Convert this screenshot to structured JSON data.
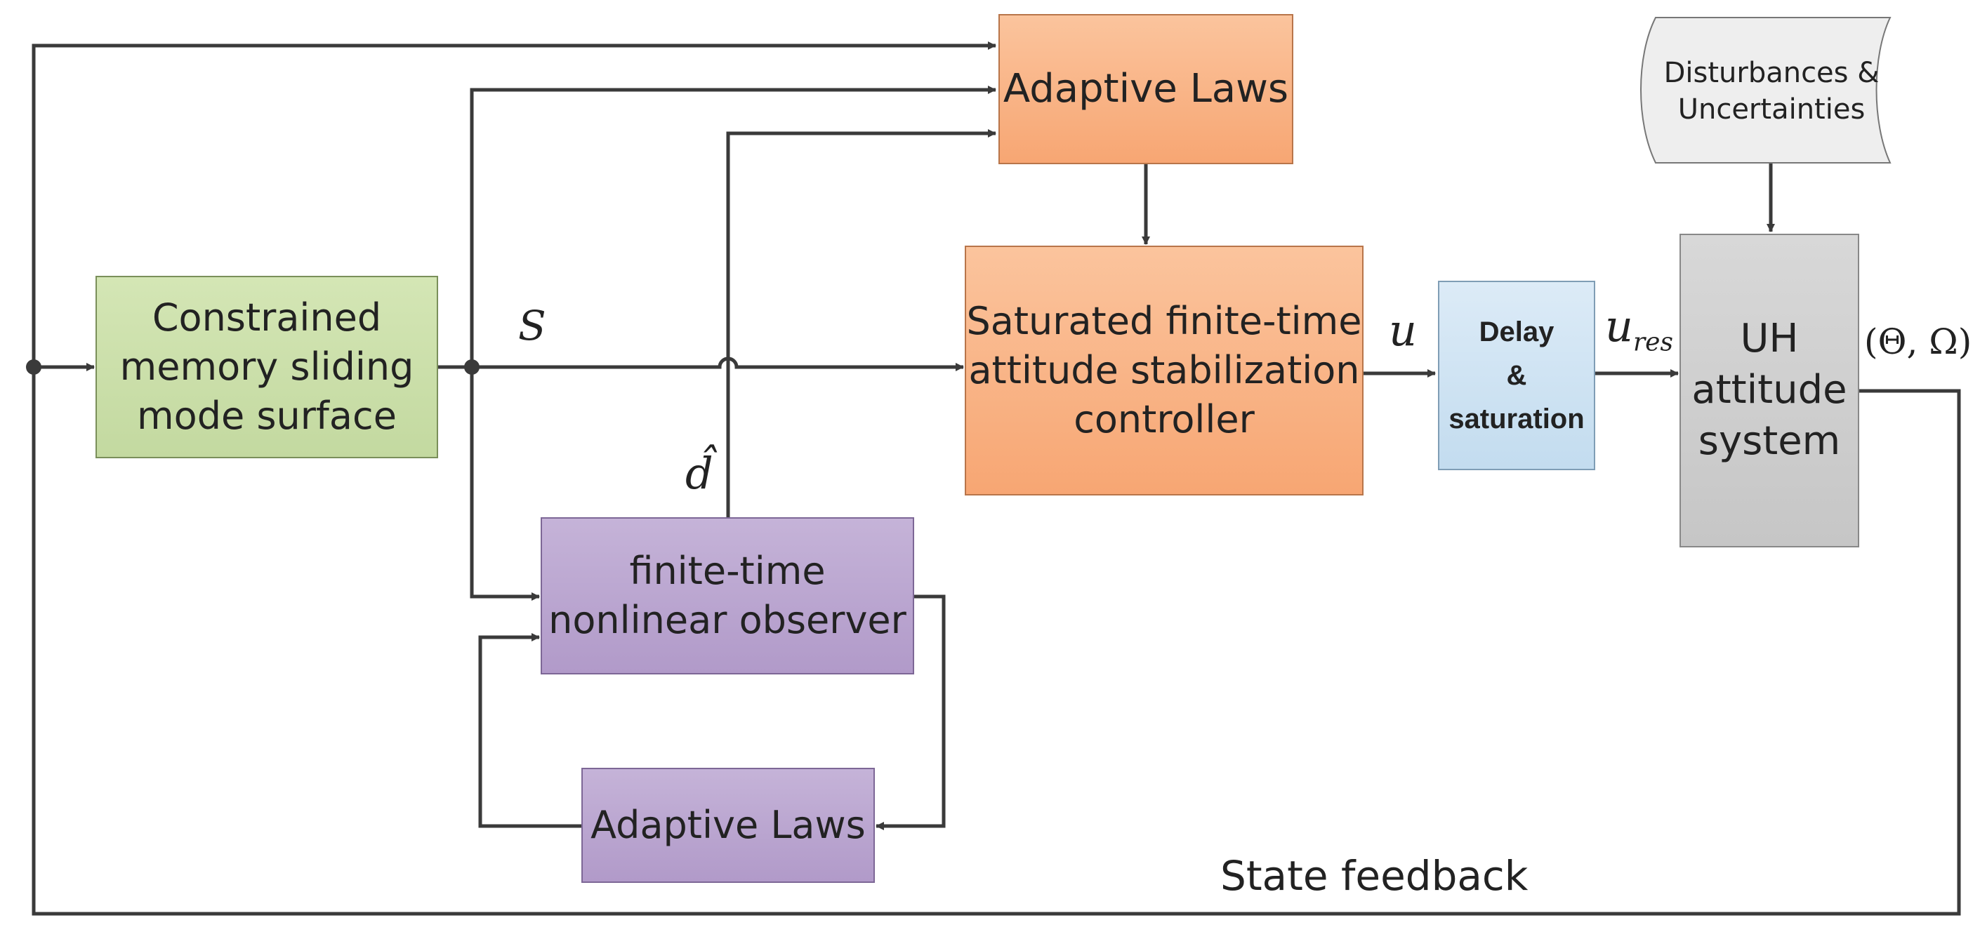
{
  "blocks": {
    "adaptive_laws_top": {
      "lines": [
        "Adaptive Laws"
      ]
    },
    "constrained_surface": {
      "lines": [
        "Constrained",
        "memory sliding",
        "mode surface"
      ]
    },
    "controller": {
      "lines": [
        "Saturated finite-time",
        "attitude stabilization",
        "controller"
      ]
    },
    "delay_saturation": {
      "lines": [
        "Delay",
        "&",
        "saturation"
      ]
    },
    "uh_system": {
      "lines": [
        "UH",
        "attitude",
        "system"
      ]
    },
    "disturbances": {
      "lines": [
        "Disturbances &",
        "Uncertainties"
      ]
    },
    "observer": {
      "lines": [
        "finite-time",
        "nonlinear observer"
      ]
    },
    "adaptive_laws_bottom": {
      "lines": [
        "Adaptive Laws"
      ]
    }
  },
  "signals": {
    "s": "S",
    "u": "u",
    "u_res_base": "u",
    "u_res_sub": "res",
    "d_hat": "d̂",
    "output": "(Θ, Ω)"
  },
  "feedback_label": "State feedback",
  "colors": {
    "green": "#c8dca8",
    "orange": "#f9b488",
    "purple": "#b8a3cf",
    "blue": "#cfe3f2",
    "gray": "#cdcdcd",
    "line": "#3a3a3a"
  }
}
